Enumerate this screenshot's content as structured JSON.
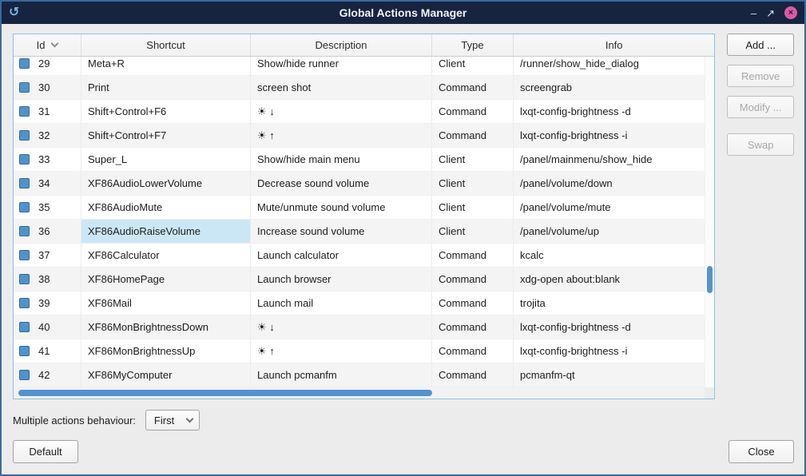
{
  "window": {
    "title": "Global Actions Manager",
    "icons": {
      "app": "↺",
      "minimize": "–",
      "restore": "↗",
      "close": "×"
    }
  },
  "table": {
    "columns": [
      {
        "key": "id",
        "label": "Id",
        "sorted": "down"
      },
      {
        "key": "shortcut",
        "label": "Shortcut"
      },
      {
        "key": "description",
        "label": "Description"
      },
      {
        "key": "type",
        "label": "Type"
      },
      {
        "key": "info",
        "label": "Info"
      }
    ],
    "selected_cell": {
      "row_id": "36",
      "column": "shortcut"
    },
    "rows": [
      {
        "id": "29",
        "checked": true,
        "shortcut": "Meta+R",
        "description": "Show/hide runner",
        "type": "Client",
        "info": "/runner/show_hide_dialog"
      },
      {
        "id": "30",
        "checked": true,
        "shortcut": "Print",
        "description": "screen shot",
        "type": "Command",
        "info": "screengrab"
      },
      {
        "id": "31",
        "checked": true,
        "shortcut": "Shift+Control+F6",
        "description": "☀ ↓",
        "type": "Command",
        "info": "lxqt-config-brightness -d"
      },
      {
        "id": "32",
        "checked": true,
        "shortcut": "Shift+Control+F7",
        "description": "☀ ↑",
        "type": "Command",
        "info": "lxqt-config-brightness -i"
      },
      {
        "id": "33",
        "checked": true,
        "shortcut": "Super_L",
        "description": "Show/hide main menu",
        "type": "Client",
        "info": "/panel/mainmenu/show_hide"
      },
      {
        "id": "34",
        "checked": true,
        "shortcut": "XF86AudioLowerVolume",
        "description": "Decrease sound volume",
        "type": "Client",
        "info": "/panel/volume/down"
      },
      {
        "id": "35",
        "checked": true,
        "shortcut": "XF86AudioMute",
        "description": "Mute/unmute sound volume",
        "type": "Client",
        "info": "/panel/volume/mute"
      },
      {
        "id": "36",
        "checked": true,
        "shortcut": "XF86AudioRaiseVolume",
        "description": "Increase sound volume",
        "type": "Client",
        "info": "/panel/volume/up"
      },
      {
        "id": "37",
        "checked": true,
        "shortcut": "XF86Calculator",
        "description": "Launch calculator",
        "type": "Command",
        "info": "kcalc"
      },
      {
        "id": "38",
        "checked": true,
        "shortcut": "XF86HomePage",
        "description": "Launch browser",
        "type": "Command",
        "info": "xdg-open about:blank"
      },
      {
        "id": "39",
        "checked": true,
        "shortcut": "XF86Mail",
        "description": "Launch mail",
        "type": "Command",
        "info": "trojita"
      },
      {
        "id": "40",
        "checked": true,
        "shortcut": "XF86MonBrightnessDown",
        "description": "☀ ↓",
        "type": "Command",
        "info": "lxqt-config-brightness -d"
      },
      {
        "id": "41",
        "checked": true,
        "shortcut": "XF86MonBrightnessUp",
        "description": "☀ ↑",
        "type": "Command",
        "info": "lxqt-config-brightness -i"
      },
      {
        "id": "42",
        "checked": true,
        "shortcut": "XF86MyComputer",
        "description": "Launch pcmanfm",
        "type": "Command",
        "info": "pcmanfm-qt"
      }
    ]
  },
  "side_buttons": {
    "add": "Add ...",
    "remove": "Remove",
    "modify": "Modify ...",
    "swap": "Swap"
  },
  "footer": {
    "behaviour_label": "Multiple actions behaviour:",
    "behaviour_value": "First",
    "default_button": "Default",
    "close_button": "Close"
  },
  "colors": {
    "titlebar": "#162440",
    "window_border": "#39699b",
    "checkbox": "#4f93cc",
    "selection": "#cbe7f6",
    "scrollbar_thumb": "#5294cf",
    "close_button": "#d95ba6"
  }
}
